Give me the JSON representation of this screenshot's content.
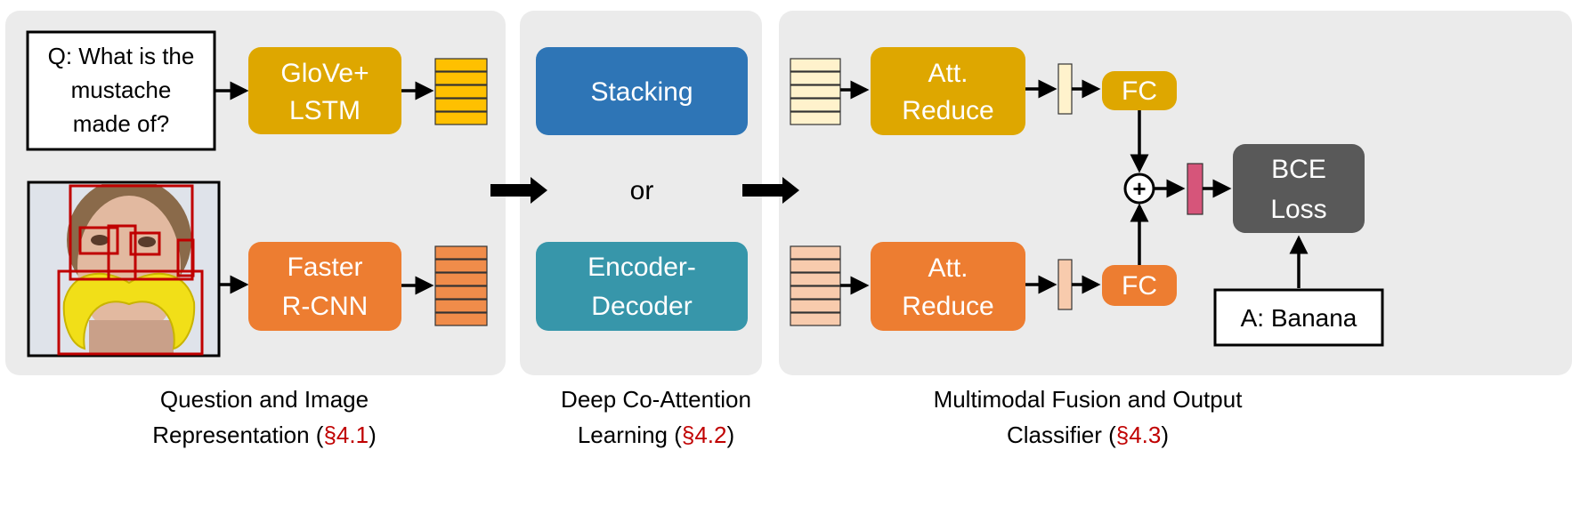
{
  "panels": {
    "representation": {
      "question_line1": "Q: What is the",
      "question_line2": "mustache",
      "question_line3": "made of?",
      "glove_line1": "GloVe+",
      "glove_line2": "LSTM",
      "frcnn_line1": "Faster",
      "frcnn_line2": "R-CNN",
      "caption_line1": "Question and Image",
      "caption_line2_prefix": "Representation (",
      "caption_ref": "§4.1",
      "caption_suffix": ")"
    },
    "coattention": {
      "stacking": "Stacking",
      "or": "or",
      "encdec_line1": "Encoder-",
      "encdec_line2": "Decoder",
      "caption_line1": "Deep Co-Attention",
      "caption_line2_prefix": "Learning (",
      "caption_ref": "§4.2",
      "caption_suffix": ")"
    },
    "fusion": {
      "att_reduce_line1": "Att.",
      "att_reduce_line2": "Reduce",
      "fc": "FC",
      "plus": "+",
      "bce_line1": "BCE",
      "bce_line2": "Loss",
      "answer": "A: Banana",
      "caption_line1": "Multimodal Fusion and Output",
      "caption_line2_prefix": "Classifier (",
      "caption_ref": "§4.3",
      "caption_suffix": ")"
    }
  },
  "colors": {
    "panel_bg": "#ebebeb",
    "gold": "#dea700",
    "gold_feature": "#ffc000",
    "orange": "#ed7d31",
    "orange_feature": "#f08c4a",
    "blue": "#2e75b6",
    "teal": "#3796aa",
    "light_gold": "#fff2cc",
    "light_orange": "#f8cbad",
    "pink": "#d6557a",
    "dark_gray": "#595959",
    "ref_red": "#c00000"
  }
}
